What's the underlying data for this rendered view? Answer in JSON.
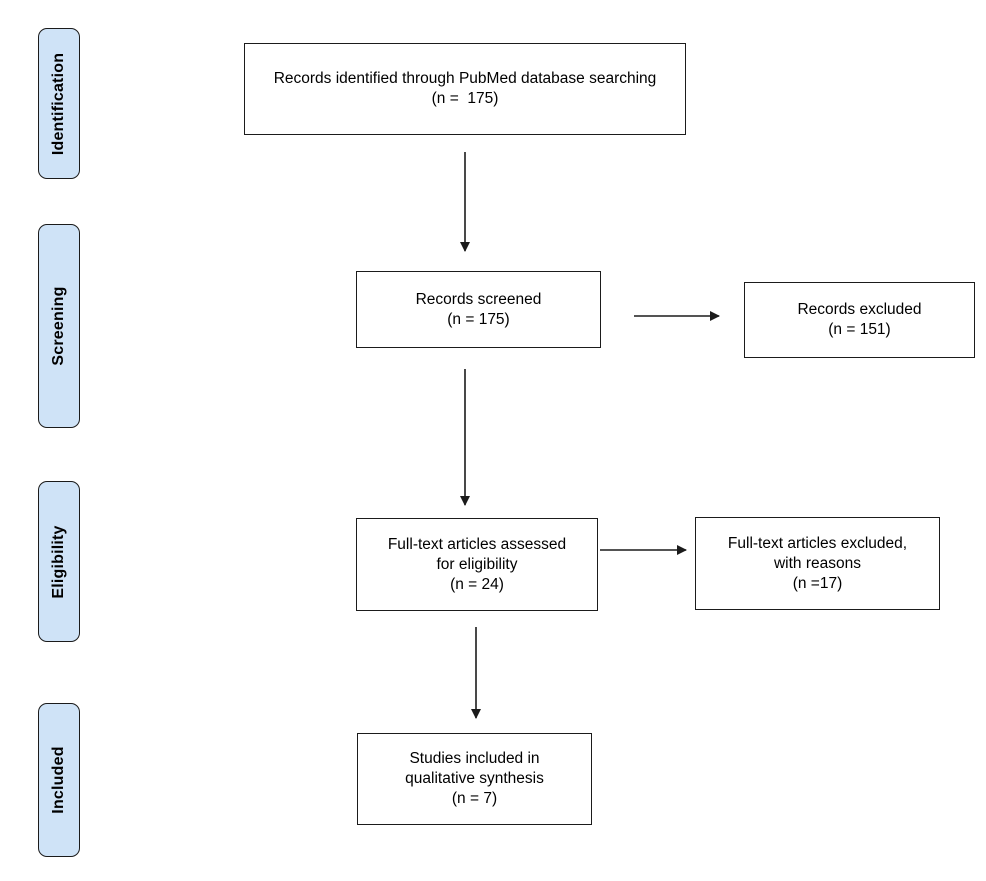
{
  "phases": {
    "identification": "Identification",
    "screening": "Screening",
    "eligibility": "Eligibility",
    "included": "Included"
  },
  "boxes": {
    "identified": {
      "line1": "Records identified through PubMed database searching",
      "line2": "(n =  175)"
    },
    "screened": {
      "line1": "Records screened",
      "line2": "(n = 175)"
    },
    "excluded": {
      "line1": "Records excluded",
      "line2": "(n = 151)"
    },
    "fulltext_assessed": {
      "line1": "Full-text articles assessed",
      "line2": "for eligibility",
      "line3": "(n = 24)"
    },
    "fulltext_excluded": {
      "line1": "Full-text articles excluded,",
      "line2": "with reasons",
      "line3": "(n =17)"
    },
    "included": {
      "line1": "Studies included in",
      "line2": "qualitative synthesis",
      "line3": "(n = 7)"
    }
  },
  "colors": {
    "phase_fill": "#cfe3f7",
    "stroke": "#1b1b1b"
  }
}
